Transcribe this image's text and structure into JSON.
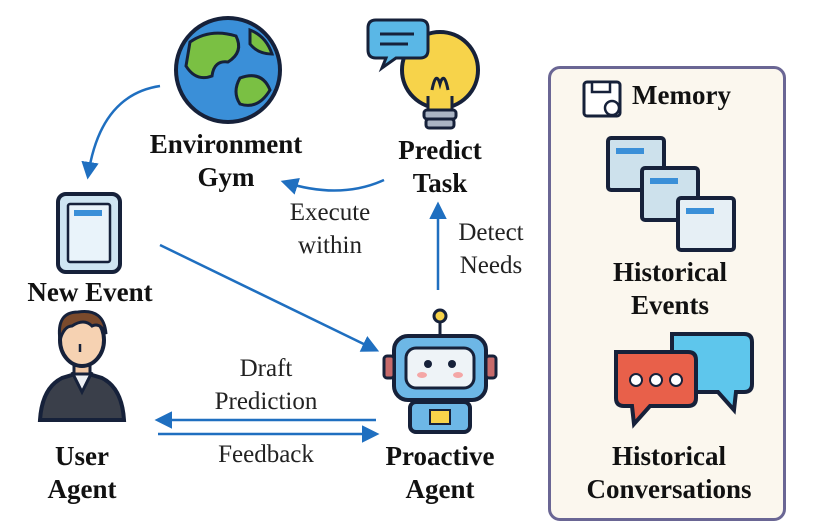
{
  "nodes": {
    "environment_gym": [
      "Environment",
      "Gym"
    ],
    "predict_task": [
      "Predict",
      "Task"
    ],
    "new_event": "New Event",
    "user_agent": [
      "User",
      "Agent"
    ],
    "proactive_agent": [
      "Proactive",
      "Agent"
    ]
  },
  "edges": {
    "execute_within": [
      "Execute",
      "within"
    ],
    "detect_needs": [
      "Detect",
      "Needs"
    ],
    "draft_prediction": [
      "Draft",
      "Prediction"
    ],
    "feedback": "Feedback"
  },
  "memory": {
    "title": "Memory",
    "historical_events": [
      "Historical",
      "Events"
    ],
    "historical_conversations": [
      "Historical",
      "Conversations"
    ]
  },
  "colors": {
    "arrow": "#1f6fc0",
    "panel_border": "#6a6694",
    "panel_bg": "#fbf7ee"
  }
}
